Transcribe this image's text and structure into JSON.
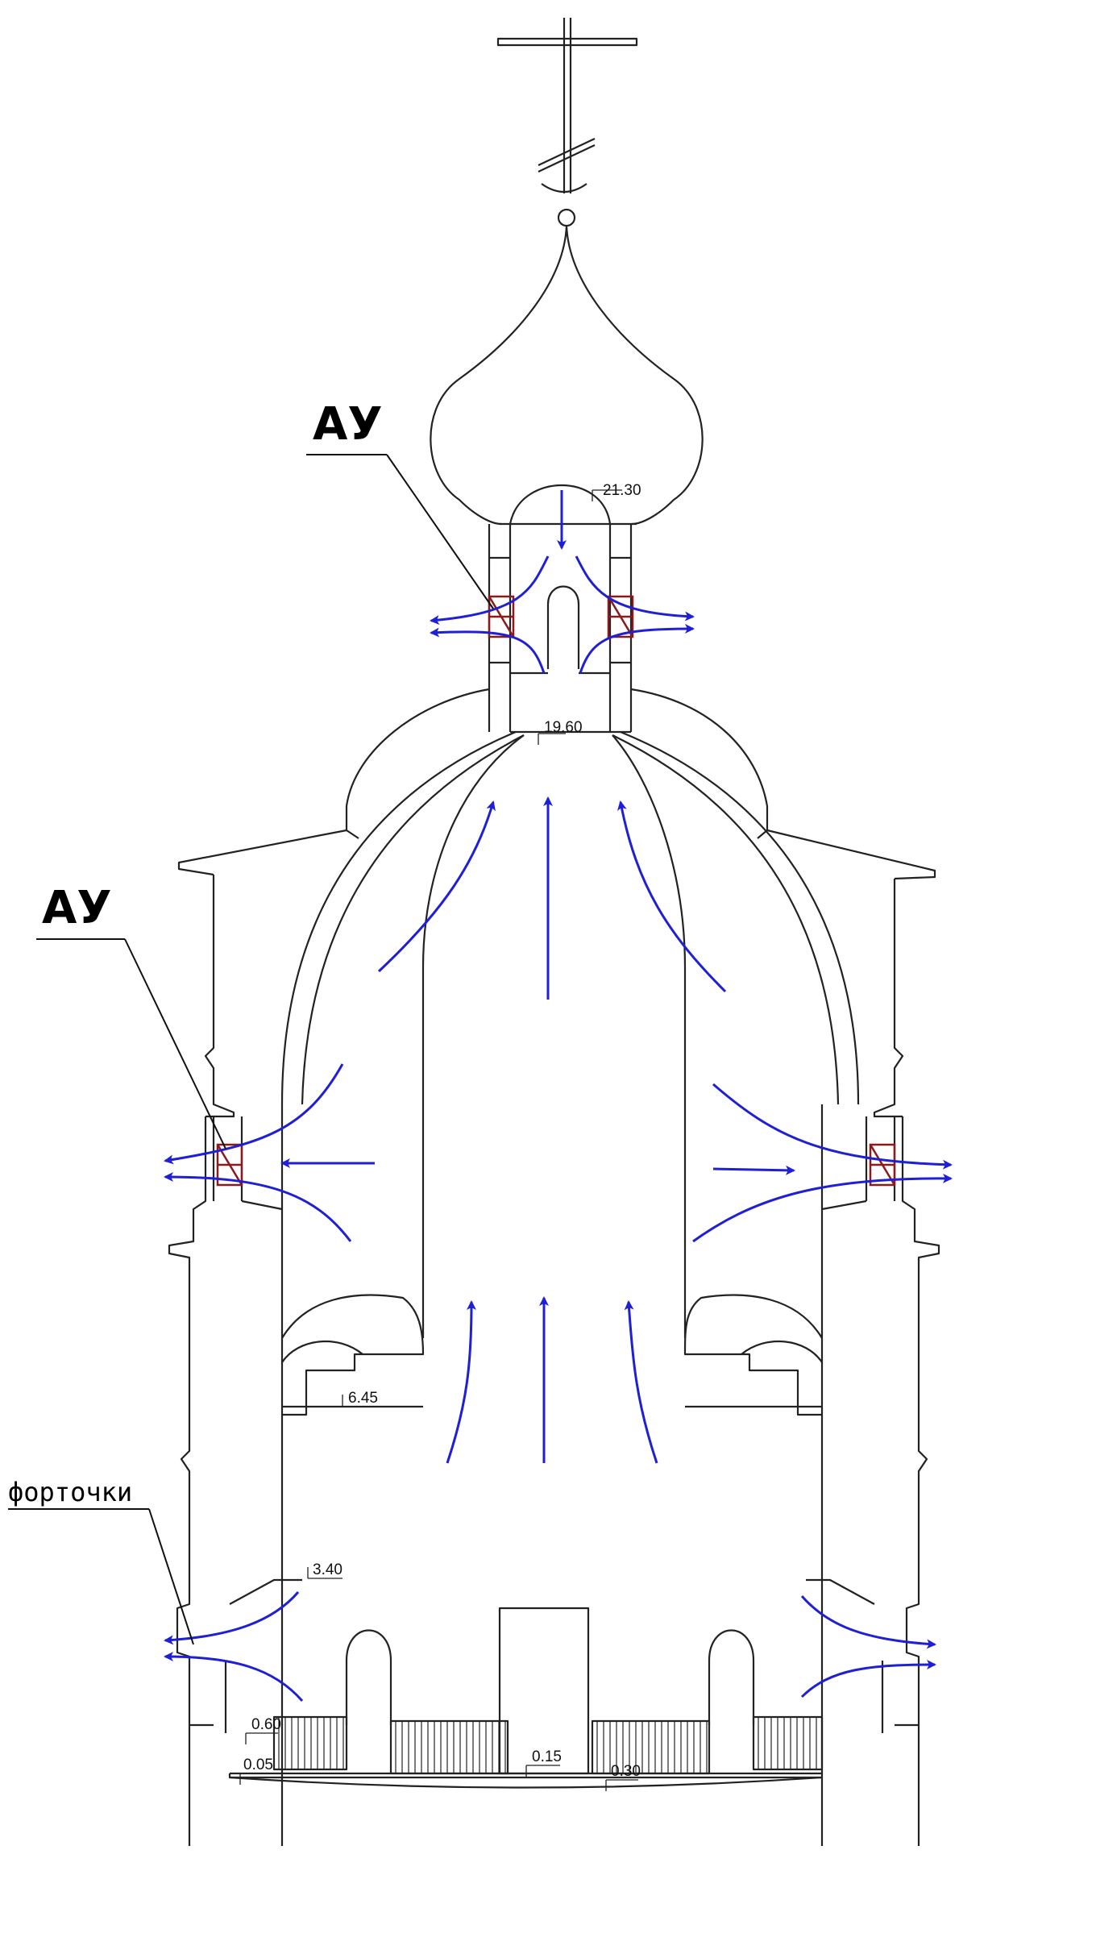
{
  "labels": {
    "au_top": "АУ",
    "au_side": "АУ",
    "fortochki": "форточки"
  },
  "elevations": {
    "e1": "21.30",
    "e2": "19.60",
    "e3": "6.45",
    "e4": "3.40",
    "e5": "0.60",
    "e6": "0.05",
    "e7": "0.15",
    "e8": "0.30"
  },
  "colors": {
    "airflow": "#1f1fd6",
    "unit_outline": "#8b1a1a",
    "line": "#222222"
  }
}
